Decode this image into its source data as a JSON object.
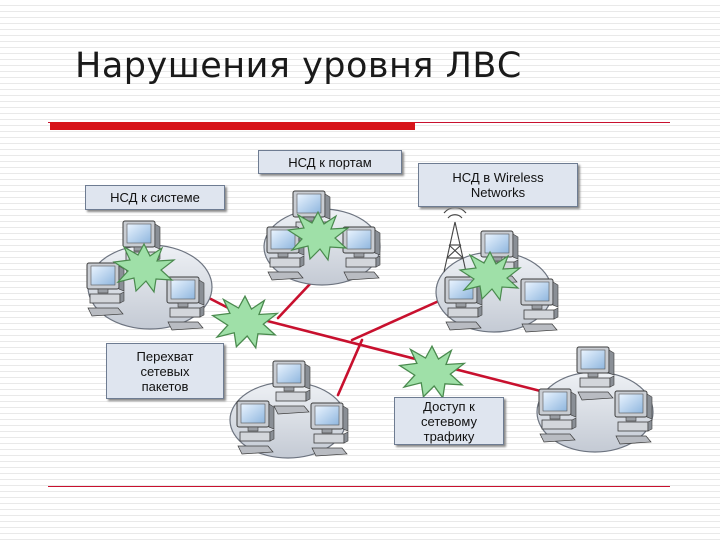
{
  "slide": {
    "title": "Нарушения уровня ЛВС",
    "accent_color": "#d7141a"
  },
  "callouts": {
    "ports": "НСД к портам",
    "wireless": "НСД в Wireless\nNetworks",
    "system": "НСД к системе",
    "intercept": "Перехват\nсетевых\nпакетов",
    "traffic": "Доступ к\nсетевому\nтрафику"
  },
  "icons": {
    "workstation": "desktop-computer-icon",
    "starburst": "attack-starburst-icon",
    "antenna": "radio-tower-icon"
  },
  "colors": {
    "network_line": "#c8102e",
    "starburst_fill": "#9fe0a8",
    "callout_fill": "#dfe5ef",
    "cloud_fill": "#d8dde6"
  }
}
